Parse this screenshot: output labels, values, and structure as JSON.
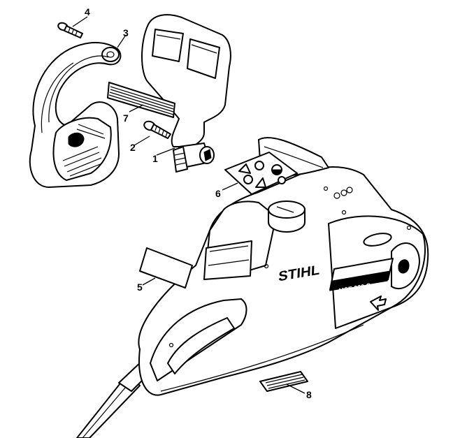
{
  "callouts": [
    {
      "id": "1",
      "text": "1",
      "part": "rear-handle"
    },
    {
      "id": "2",
      "text": "2",
      "part": "handle-screw"
    },
    {
      "id": "3",
      "text": "3",
      "part": "hand-guard"
    },
    {
      "id": "4",
      "text": "4",
      "part": "guard-screw"
    },
    {
      "id": "5",
      "text": "5",
      "part": "blank-label"
    },
    {
      "id": "6",
      "text": "6",
      "part": "warning-label-set"
    },
    {
      "id": "7",
      "text": "7",
      "part": "grip-label"
    },
    {
      "id": "8",
      "text": "8",
      "part": "rating-label"
    }
  ],
  "brand": {
    "logo": "STIHL",
    "model": "MSE 200 C"
  },
  "colors": {
    "line": "#000000",
    "background": "#ffffff"
  }
}
